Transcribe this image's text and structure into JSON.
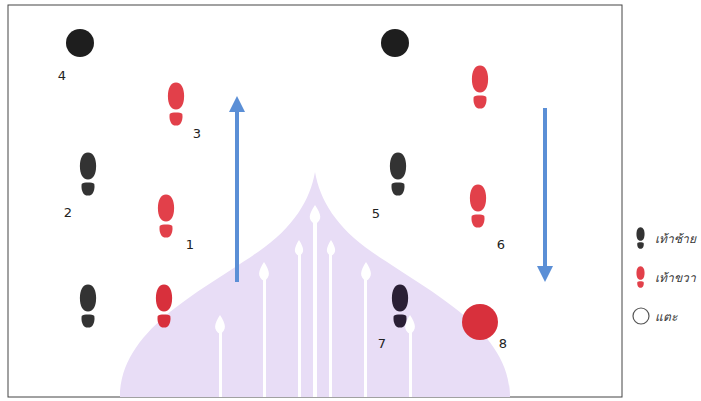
{
  "diagram": {
    "labels": [
      "4",
      "3",
      "2",
      "1",
      "5",
      "6",
      "7",
      "8"
    ],
    "legend": [
      {
        "text": "เท้าซ้าย"
      },
      {
        "text": "เท้าขวา"
      },
      {
        "text": "แตะ"
      }
    ]
  }
}
